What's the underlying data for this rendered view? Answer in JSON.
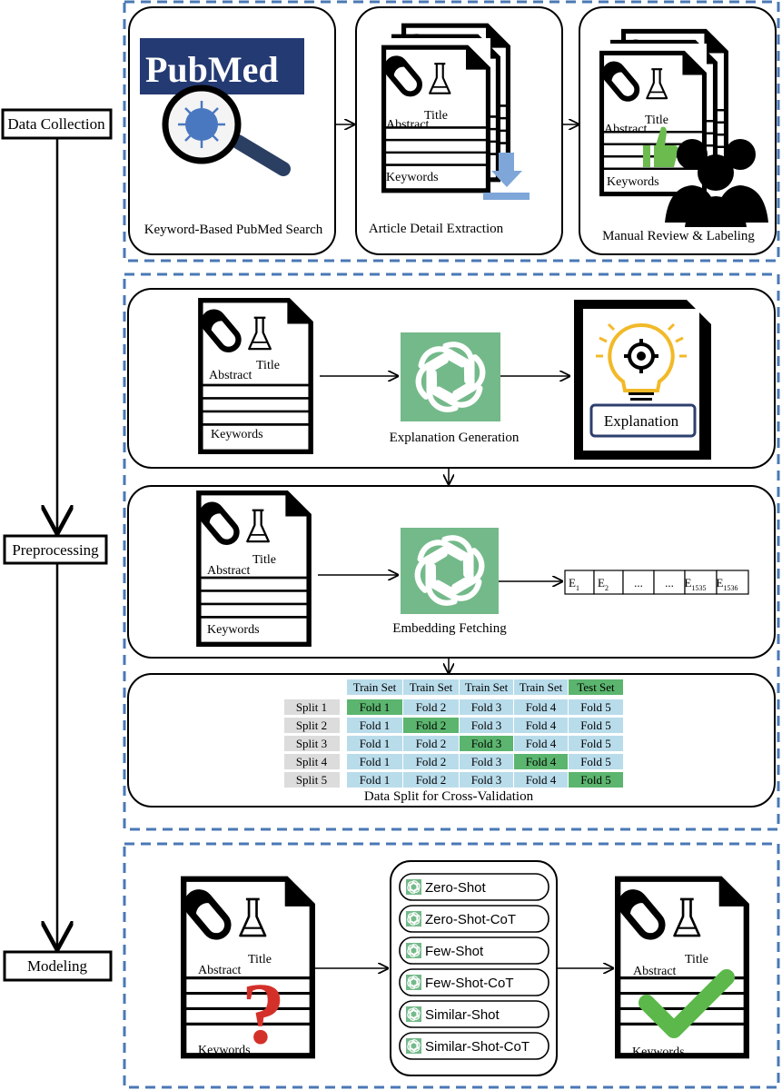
{
  "stages": {
    "data_collection": "Data Collection",
    "preprocessing": "Preprocessing",
    "modeling": "Modeling"
  },
  "collection": {
    "pubmed_logo": "PubMed",
    "search_caption": "Keyword-Based PubMed Search",
    "extraction_caption": "Article Detail Extraction",
    "review_caption": "Manual Review & Labeling"
  },
  "doc": {
    "title": "Title",
    "abstract": "Abstract",
    "keywords": "Keywords"
  },
  "explanation": {
    "caption": "Explanation Generation",
    "label": "Explanation"
  },
  "embedding": {
    "caption": "Embedding Fetching",
    "cells": [
      {
        "base": "E",
        "sub": "1"
      },
      {
        "base": "E",
        "sub": "2"
      },
      {
        "base": "...",
        "sub": ""
      },
      {
        "base": "...",
        "sub": ""
      },
      {
        "base": "E",
        "sub": "1535"
      },
      {
        "base": "E",
        "sub": "1536"
      }
    ]
  },
  "split": {
    "caption": "Data Split for Cross-Validation",
    "headers": [
      "Train Set",
      "Train Set",
      "Train Set",
      "Train Set",
      "Test Set"
    ],
    "folds": [
      "Fold 1",
      "Fold 2",
      "Fold 3",
      "Fold 4",
      "Fold 5"
    ],
    "rows": [
      "Split 1",
      "Split 2",
      "Split 3",
      "Split 4",
      "Split 5"
    ]
  },
  "modeling": {
    "methods": [
      "Zero-Shot",
      "Zero-Shot-CoT",
      "Few-Shot",
      "Few-Shot-CoT",
      "Similar-Shot",
      "Similar-Shot-CoT"
    ]
  },
  "colors": {
    "dashed_border": "#4a78b5",
    "light_blue": "#b9dceb",
    "green": "#5bb56e",
    "grey_cell": "#dcdcdc",
    "openai_green": "#74b98a",
    "thumb_green": "#6cbb4f",
    "check_green": "#5cb84a",
    "question_red": "#d4302a",
    "pubmed_navy": "#243a73",
    "download_blue": "#7ea6d8",
    "bulb_yellow": "#f2b928"
  }
}
